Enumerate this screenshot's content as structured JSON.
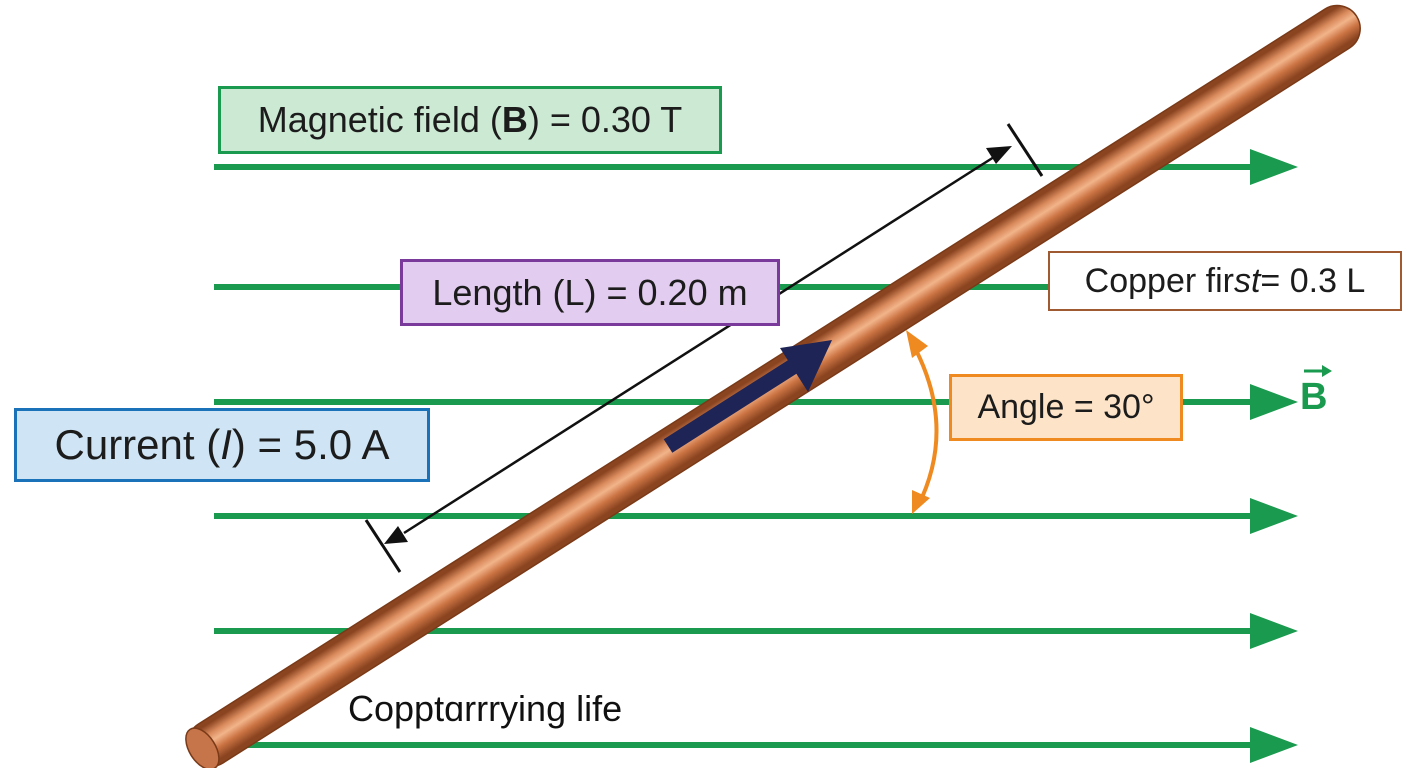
{
  "colors": {
    "field": "#1a9a4e",
    "field_fill": "#cbe9d3",
    "length": "#7a3a9c",
    "length_fill": "#e2ccef",
    "copper": "#c26a3d",
    "copper_border": "#a05a32",
    "angle": "#ee8a1f",
    "angle_fill": "#fde4c8",
    "current": "#1a72b8",
    "current_fill": "#cfe5f6",
    "current_arrow": "#1e2456"
  },
  "labels": {
    "field": {
      "prefix": "Magnetic field (",
      "symbol": "B",
      "suffix": ") = 0.30 T"
    },
    "length": "Length (L) = 0.20 m",
    "copper": {
      "prefix": "Copper fir",
      "italic": "st",
      "suffix": " = 0.3 L"
    },
    "angle": "Angle = 30°",
    "current": {
      "prefix": "Current (",
      "symbol": "I",
      "suffix": ") = 5.0 A"
    },
    "field_vector": "B",
    "bottom": "Copptɑrrrying life"
  },
  "icons": {
    "field_lines": "right-arrow-icon",
    "current_direction": "bold-arrow-icon",
    "angle_indicator": "double-headed-arc-arrow-icon",
    "length_indicator": "double-headed-arrow-icon",
    "vector": "vector-arrow-icon"
  }
}
